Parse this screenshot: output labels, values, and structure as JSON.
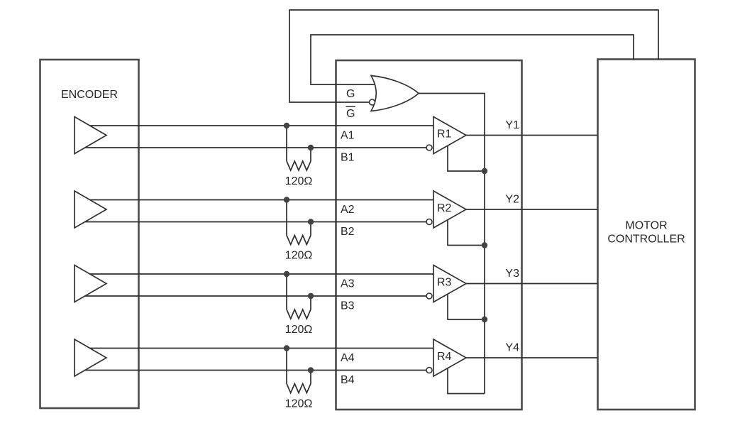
{
  "colors": {
    "background": "#ffffff",
    "wire": "#2e2e2e",
    "box_border": "#4b4b4b",
    "text": "#262626"
  },
  "encoder": {
    "label": "ENCODER"
  },
  "motor_controller": {
    "label_line1": "MOTOR",
    "label_line2": "CONTROLLER"
  },
  "gate": {
    "pin_g": "G",
    "pin_g_bar": "G"
  },
  "channels": [
    {
      "pin_a": "A1",
      "pin_b": "B1",
      "pin_y": "Y1",
      "receiver": "R1",
      "resistor_value": "120Ω"
    },
    {
      "pin_a": "A2",
      "pin_b": "B2",
      "pin_y": "Y2",
      "receiver": "R2",
      "resistor_value": "120Ω"
    },
    {
      "pin_a": "A3",
      "pin_b": "B3",
      "pin_y": "Y3",
      "receiver": "R3",
      "resistor_value": "120Ω"
    },
    {
      "pin_a": "A4",
      "pin_b": "B4",
      "pin_y": "Y4",
      "receiver": "R4",
      "resistor_value": "120Ω"
    }
  ]
}
